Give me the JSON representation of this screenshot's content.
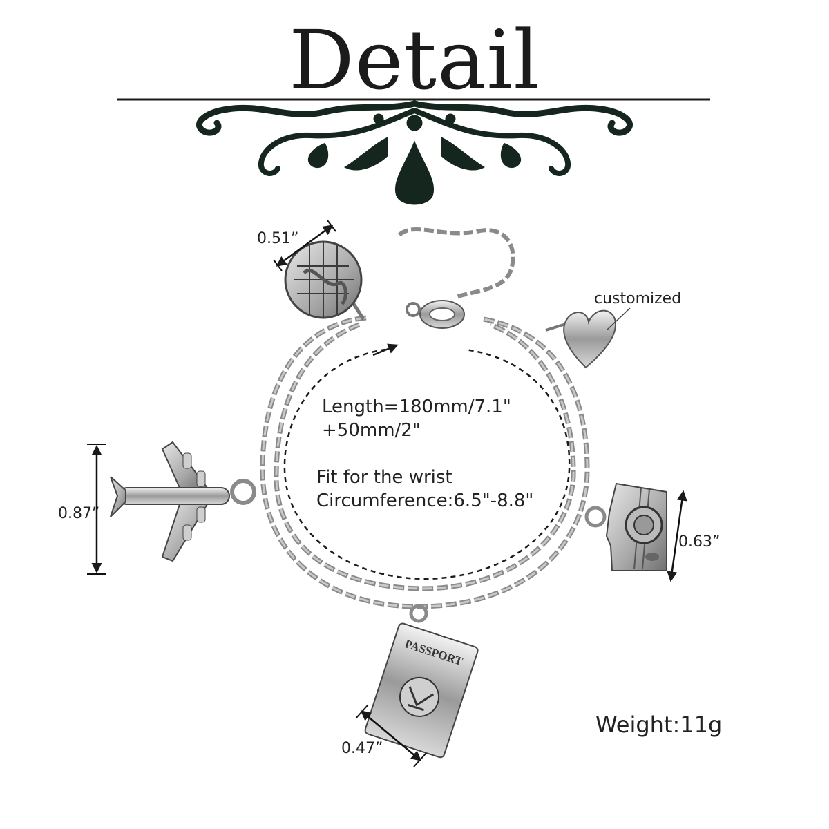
{
  "title": "Detail",
  "dimensions": {
    "globe": "0.51”",
    "airplane": "0.87”",
    "camera": "0.63”",
    "passport": "0.47”"
  },
  "custom_label": "customized",
  "specs": {
    "length": "Length=180mm/7.1\"",
    "extension": "+50mm/2\"",
    "fit": "Fit for the wrist",
    "circumference": "Circumference:6.5\"-8.8\""
  },
  "weight": "Weight:11g",
  "charms": {
    "passport_text": "PASSPORT"
  }
}
